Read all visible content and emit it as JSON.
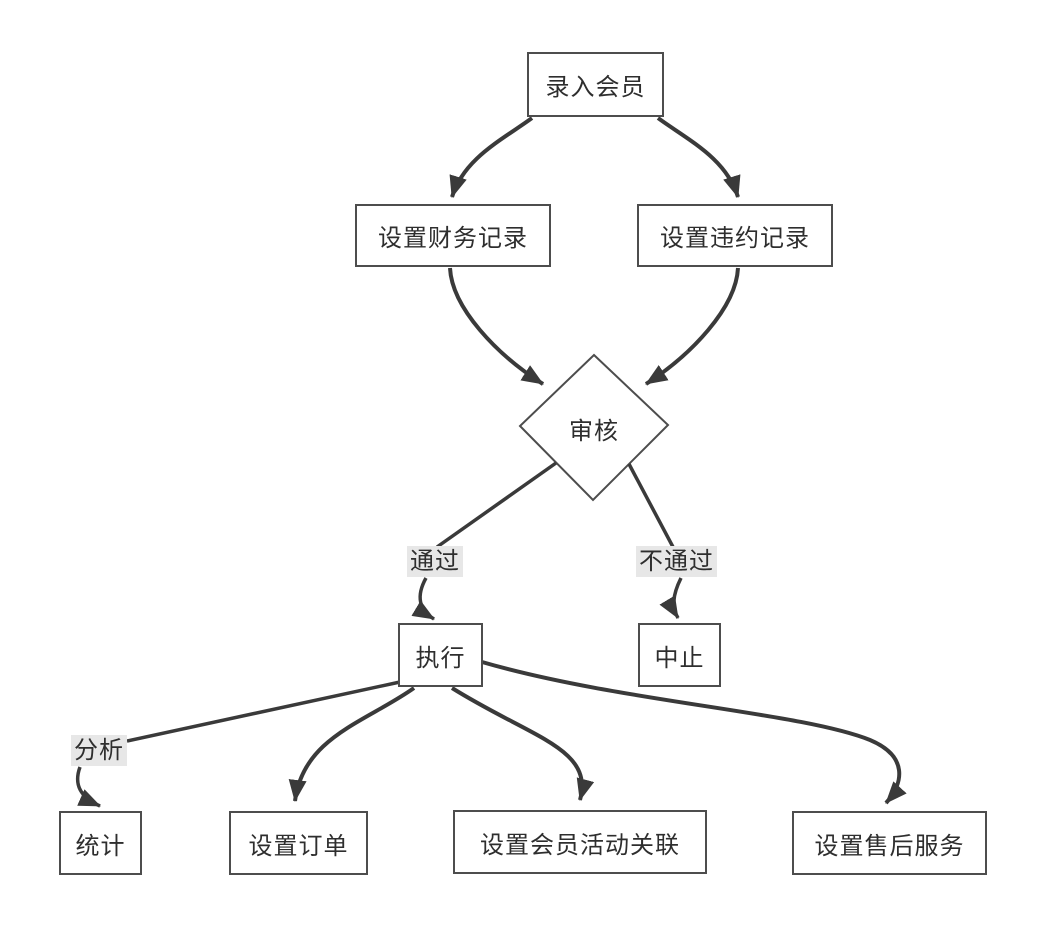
{
  "diagram": {
    "type": "flowchart",
    "nodes": [
      {
        "id": "enter-member",
        "shape": "rectangle",
        "label": "录入会员"
      },
      {
        "id": "set-financial-record",
        "shape": "rectangle",
        "label": "设置财务记录"
      },
      {
        "id": "set-violation-record",
        "shape": "rectangle",
        "label": "设置违约记录"
      },
      {
        "id": "review",
        "shape": "diamond",
        "label": "审核"
      },
      {
        "id": "execute",
        "shape": "rectangle",
        "label": "执行"
      },
      {
        "id": "abort",
        "shape": "rectangle",
        "label": "中止"
      },
      {
        "id": "statistics",
        "shape": "rectangle",
        "label": "统计"
      },
      {
        "id": "set-order",
        "shape": "rectangle",
        "label": "设置订单"
      },
      {
        "id": "set-member-activity-link",
        "shape": "rectangle",
        "label": "设置会员活动关联"
      },
      {
        "id": "set-after-sales-service",
        "shape": "rectangle",
        "label": "设置售后服务"
      }
    ],
    "edges": [
      {
        "from": "录入会员",
        "to": "设置财务记录",
        "label": ""
      },
      {
        "from": "录入会员",
        "to": "设置违约记录",
        "label": ""
      },
      {
        "from": "设置财务记录",
        "to": "审核",
        "label": ""
      },
      {
        "from": "设置违约记录",
        "to": "审核",
        "label": ""
      },
      {
        "from": "审核",
        "to": "执行",
        "label": "通过"
      },
      {
        "from": "审核",
        "to": "中止",
        "label": "不通过"
      },
      {
        "from": "执行",
        "to": "统计",
        "label": "分析"
      },
      {
        "from": "执行",
        "to": "设置订单",
        "label": ""
      },
      {
        "from": "执行",
        "to": "设置会员活动关联",
        "label": ""
      },
      {
        "from": "执行",
        "to": "设置售后服务",
        "label": ""
      }
    ],
    "colors": {
      "line": "#3a3a3a",
      "border": "#4d4d4d",
      "text": "#2e2e2e",
      "label_bg": "#e7e7e7",
      "node_bg": "#ffffff",
      "background": "#ffffff"
    }
  }
}
